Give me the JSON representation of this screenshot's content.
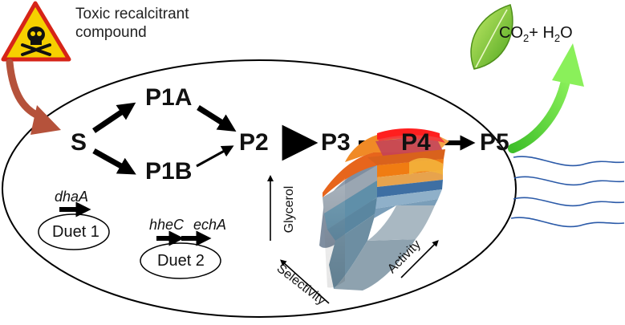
{
  "header": {
    "toxic_line1": "Toxic recalcitrant",
    "toxic_line2": "compound",
    "co2": "CO",
    "co2_sub": "2",
    "plus_h2o": "+ H",
    "h2o_sub": "2",
    "h2o_o": "O"
  },
  "pathway": {
    "s": "S",
    "p1a": "P1A",
    "p1b": "P1B",
    "p2": "P2",
    "p3": "P3",
    "p4": "P4",
    "p5": "P5"
  },
  "genes": {
    "dhaA": "dhaA",
    "hheC": "hheC",
    "echA": "echA",
    "duet1": "Duet 1",
    "duet2": "Duet 2"
  },
  "landscape": {
    "glycerol": "Glycerol",
    "selectivity": "Selectivity",
    "activity": "Activity"
  },
  "colors": {
    "cell_outline": "#000000",
    "entry_arrow": "#b5523b",
    "exit_arrow": "#4cd137",
    "hazard_yellow": "#f6d000",
    "hazard_border": "#d62418",
    "leaf_green": "#7cc62d"
  },
  "icons": [
    "hazard-skull-icon",
    "leaf-icon"
  ]
}
